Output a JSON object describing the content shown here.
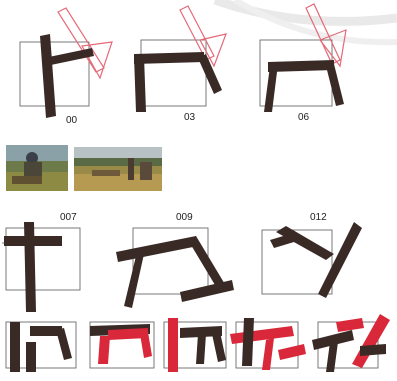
{
  "frame_labels": {
    "f00": "00",
    "f03": "03",
    "f06": "06",
    "f007": "007",
    "f009": "009",
    "f012": "012"
  },
  "colors": {
    "beam": "#3a2a26",
    "beam_accent": "#d8283a",
    "ghost_outline": "#e46a78",
    "frame": "#6b6b6b"
  }
}
